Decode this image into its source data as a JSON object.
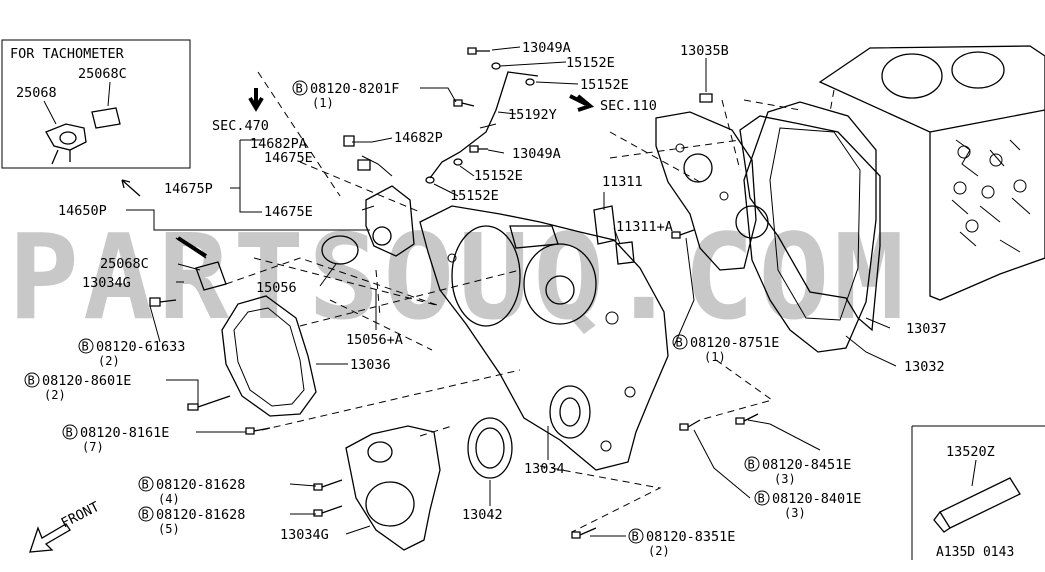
{
  "watermark": "PARTSOUQ.COM",
  "colors": {
    "line": "#000000",
    "background": "#ffffff",
    "watermark": "#c8c8c8"
  },
  "inset_tachometer": {
    "title": "FOR TACHOMETER",
    "parts": [
      "25068C",
      "25068"
    ]
  },
  "inset_sealant": {
    "part": "13520Z",
    "diagram_code": "A135D 0143"
  },
  "front_label": "FRONT",
  "section_refs": [
    "SEC.470",
    "SEC.110"
  ],
  "callouts": [
    {
      "id": "13049A-top",
      "text": "13049A"
    },
    {
      "id": "15152E-a",
      "text": "15152E"
    },
    {
      "id": "15152E-b",
      "text": "15152E"
    },
    {
      "id": "13035B",
      "text": "13035B"
    },
    {
      "id": "15192Y",
      "text": "15192Y"
    },
    {
      "id": "14682PA",
      "text": "14682PA"
    },
    {
      "id": "14682P",
      "text": "14682P"
    },
    {
      "id": "14675E-a",
      "text": "14675E"
    },
    {
      "id": "13049A-mid",
      "text": "13049A"
    },
    {
      "id": "15152E-c",
      "text": "15152E"
    },
    {
      "id": "15152E-d",
      "text": "15152E"
    },
    {
      "id": "14675P",
      "text": "14675P"
    },
    {
      "id": "14675E-b",
      "text": "14675E"
    },
    {
      "id": "14650P",
      "text": "14650P"
    },
    {
      "id": "11311",
      "text": "11311"
    },
    {
      "id": "11311A",
      "text": "11311+A"
    },
    {
      "id": "25068C-main",
      "text": "25068C"
    },
    {
      "id": "13034G-top",
      "text": "13034G"
    },
    {
      "id": "15056",
      "text": "15056"
    },
    {
      "id": "15056A",
      "text": "15056+A"
    },
    {
      "id": "13037",
      "text": "13037"
    },
    {
      "id": "13032",
      "text": "13032"
    },
    {
      "id": "13036",
      "text": "13036"
    },
    {
      "id": "13034",
      "text": "13034"
    },
    {
      "id": "13042",
      "text": "13042"
    },
    {
      "id": "13034G-bottom",
      "text": "13034G"
    }
  ],
  "bolts": [
    {
      "id": "8201F",
      "mark": "B",
      "part": "08120-8201F",
      "qty": "(1)"
    },
    {
      "id": "61633",
      "mark": "B",
      "part": "08120-61633",
      "qty": "(2)"
    },
    {
      "id": "8601E",
      "mark": "B",
      "part": "08120-8601E",
      "qty": "(2)"
    },
    {
      "id": "8161E",
      "mark": "B",
      "part": "08120-8161E",
      "qty": "(7)"
    },
    {
      "id": "81628a",
      "mark": "B",
      "part": "08120-81628",
      "qty": "(4)"
    },
    {
      "id": "81628b",
      "mark": "B",
      "part": "08120-81628",
      "qty": "(5)"
    },
    {
      "id": "8751E",
      "mark": "B",
      "part": "08120-8751E",
      "qty": "(1)"
    },
    {
      "id": "8451E",
      "mark": "B",
      "part": "08120-8451E",
      "qty": "(3)"
    },
    {
      "id": "8401E",
      "mark": "B",
      "part": "08120-8401E",
      "qty": "(3)"
    },
    {
      "id": "8351E",
      "mark": "B",
      "part": "08120-8351E",
      "qty": "(2)"
    }
  ]
}
